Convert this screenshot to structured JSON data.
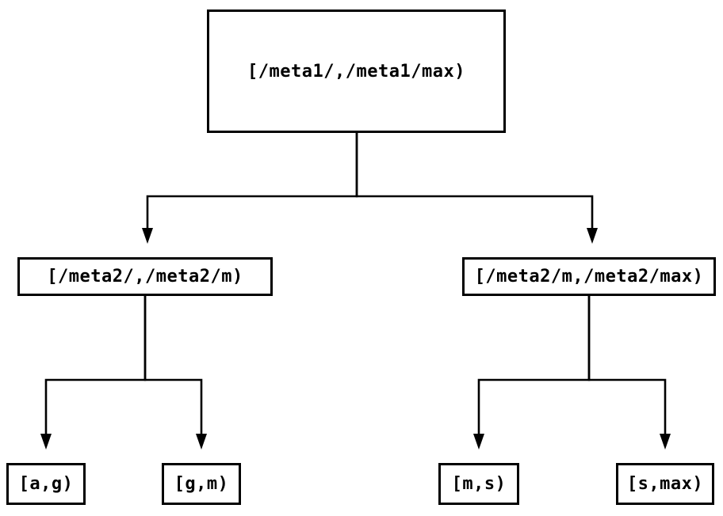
{
  "diagram": {
    "type": "tree",
    "background_color": "#ffffff",
    "line_color": "#000000",
    "text_color": "#000000",
    "nodes": {
      "root": {
        "label": "[/meta1/,/meta1/max)"
      },
      "level2_left": {
        "label": "[/meta2/,/meta2/m)"
      },
      "level2_right": {
        "label": "[/meta2/m,/meta2/max)"
      },
      "leaf_ag": {
        "label": "[a,g)"
      },
      "leaf_gm": {
        "label": "[g,m)"
      },
      "leaf_ms": {
        "label": "[m,s)"
      },
      "leaf_smax": {
        "label": "[s,max)"
      }
    },
    "edges": [
      {
        "from": "root",
        "to": "level2_left"
      },
      {
        "from": "root",
        "to": "level2_right"
      },
      {
        "from": "level2_left",
        "to": "leaf_ag"
      },
      {
        "from": "level2_left",
        "to": "leaf_gm"
      },
      {
        "from": "level2_right",
        "to": "leaf_ms"
      },
      {
        "from": "level2_right",
        "to": "leaf_smax"
      }
    ]
  }
}
